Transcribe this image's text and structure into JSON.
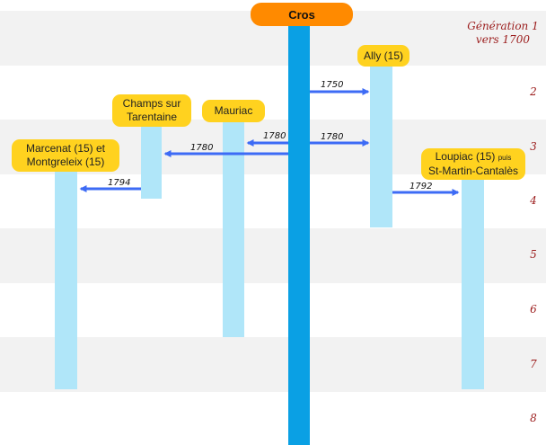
{
  "generations": [
    "Génération 1",
    "vers 1700",
    "2",
    "3",
    "4",
    "5",
    "6",
    "7",
    "8"
  ],
  "root": "Cros",
  "places": {
    "ally": "Ally (15)",
    "champs_line1": "Champs sur",
    "champs_line2": "Tarentaine",
    "mauriac": "Mauriac",
    "marcenat_line1": "Marcenat (15)  et",
    "marcenat_line2": "Montgreleix (15)",
    "loupiac_line1": "Loupiac (15)",
    "loupiac_puis": "puis",
    "loupiac_line2": "St-Martin-Cantalès"
  },
  "migrations": {
    "to_ally": "1750",
    "to_mauriac": "1780",
    "to_champs": "1780",
    "to_ally_2": "1780",
    "to_marcenat": "1794",
    "to_loupiac": "1792"
  },
  "colors": {
    "main_bar": "#0aa0e4",
    "branch_bar": "#b0e6f9",
    "label_bg": "#ffd21f",
    "root_bg": "#ff8a00",
    "arrow": "#3d6bf5",
    "generation_text": "#9b1c1c"
  }
}
